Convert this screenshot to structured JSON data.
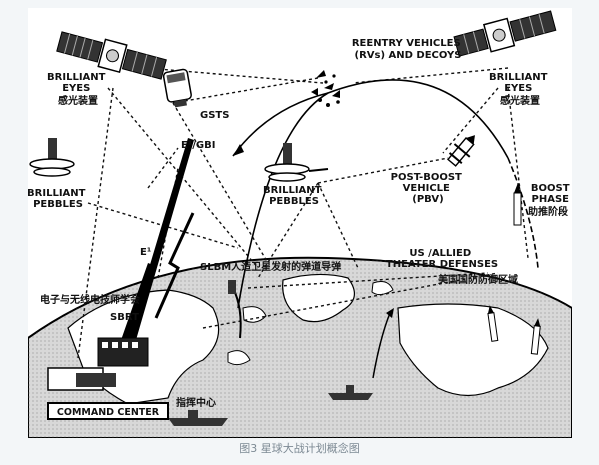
{
  "labels": {
    "brilliant_eyes_left": [
      "BRILLIANT",
      "EYES",
      "感光装置"
    ],
    "brilliant_eyes_right": [
      "BRILLIANT",
      "EYES",
      "感光装置"
    ],
    "reentry": [
      "REENTRY VEHICLES",
      "(RVs) AND DECOYS"
    ],
    "gsts": "GSTS",
    "e1_gbi": "E¹/GBI",
    "e1": "E¹",
    "brilliant_pebbles_left": [
      "BRILLIANT",
      "PEBBLES"
    ],
    "brilliant_pebbles_center": [
      "BRILLIANT",
      "PEBBLES"
    ],
    "post_boost": [
      "POST-BOOST",
      "VEHICLE",
      "(PBV)"
    ],
    "boost_phase": [
      "BOOST",
      "PHASE",
      "助推阶段"
    ],
    "slbm": "SLBM人造卫星发射的弹道导弹",
    "theater": [
      "US /ALLIED",
      "THEATER DEFENSES"
    ],
    "us_zone": "美国国防防御区域",
    "ieee": "电子与无线电技师学会",
    "sbrt": "SBRT",
    "command_center": "COMMAND CENTER",
    "command_cn": "指挥中心"
  },
  "caption": "图3   星球大战计划概念图"
}
